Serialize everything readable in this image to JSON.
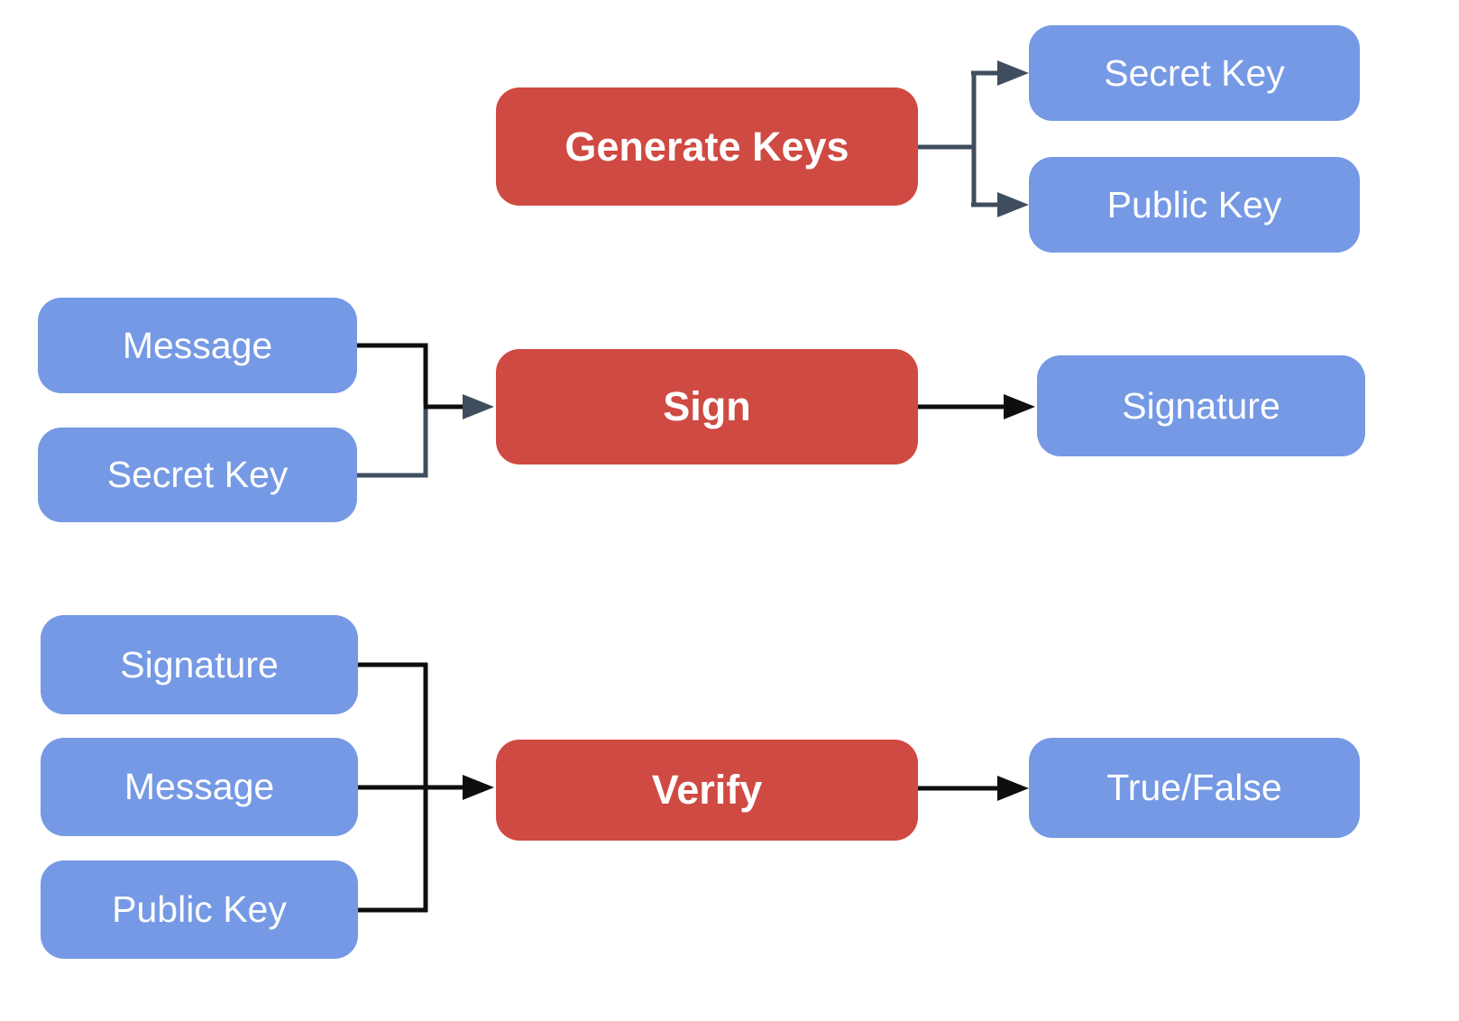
{
  "diagram": {
    "description": "Digital signature scheme flow diagram",
    "colors": {
      "process_fill": "#CF4A42",
      "io_fill": "#7599E4",
      "label_text": "#FFFFFF",
      "connector_slate": "#3F4D5E",
      "connector_black": "#0E0E0E",
      "background": "#FFFFFF"
    },
    "nodes": {
      "generate_keys": {
        "label": "Generate Keys",
        "kind": "process"
      },
      "secret_key_output": {
        "label": "Secret Key",
        "kind": "input-output"
      },
      "public_key_output": {
        "label": "Public Key",
        "kind": "input-output"
      },
      "message_sign_input": {
        "label": "Message",
        "kind": "input-output"
      },
      "secret_key_sign_input": {
        "label": "Secret Key",
        "kind": "input-output"
      },
      "sign": {
        "label": "Sign",
        "kind": "process"
      },
      "signature_output": {
        "label": "Signature",
        "kind": "input-output"
      },
      "signature_verify_input": {
        "label": "Signature",
        "kind": "input-output"
      },
      "message_verify_input": {
        "label": "Message",
        "kind": "input-output"
      },
      "public_key_verify_input": {
        "label": "Public Key",
        "kind": "input-output"
      },
      "verify": {
        "label": "Verify",
        "kind": "process"
      },
      "true_false_output": {
        "label": "True/False",
        "kind": "input-output"
      }
    },
    "edges": [
      {
        "from": "Generate Keys",
        "to": "Secret Key"
      },
      {
        "from": "Generate Keys",
        "to": "Public Key"
      },
      {
        "from": "Message",
        "to": "Sign"
      },
      {
        "from": "Secret Key",
        "to": "Sign"
      },
      {
        "from": "Sign",
        "to": "Signature"
      },
      {
        "from": "Signature",
        "to": "Verify"
      },
      {
        "from": "Message",
        "to": "Verify"
      },
      {
        "from": "Public Key",
        "to": "Verify"
      },
      {
        "from": "Verify",
        "to": "True/False"
      }
    ]
  }
}
